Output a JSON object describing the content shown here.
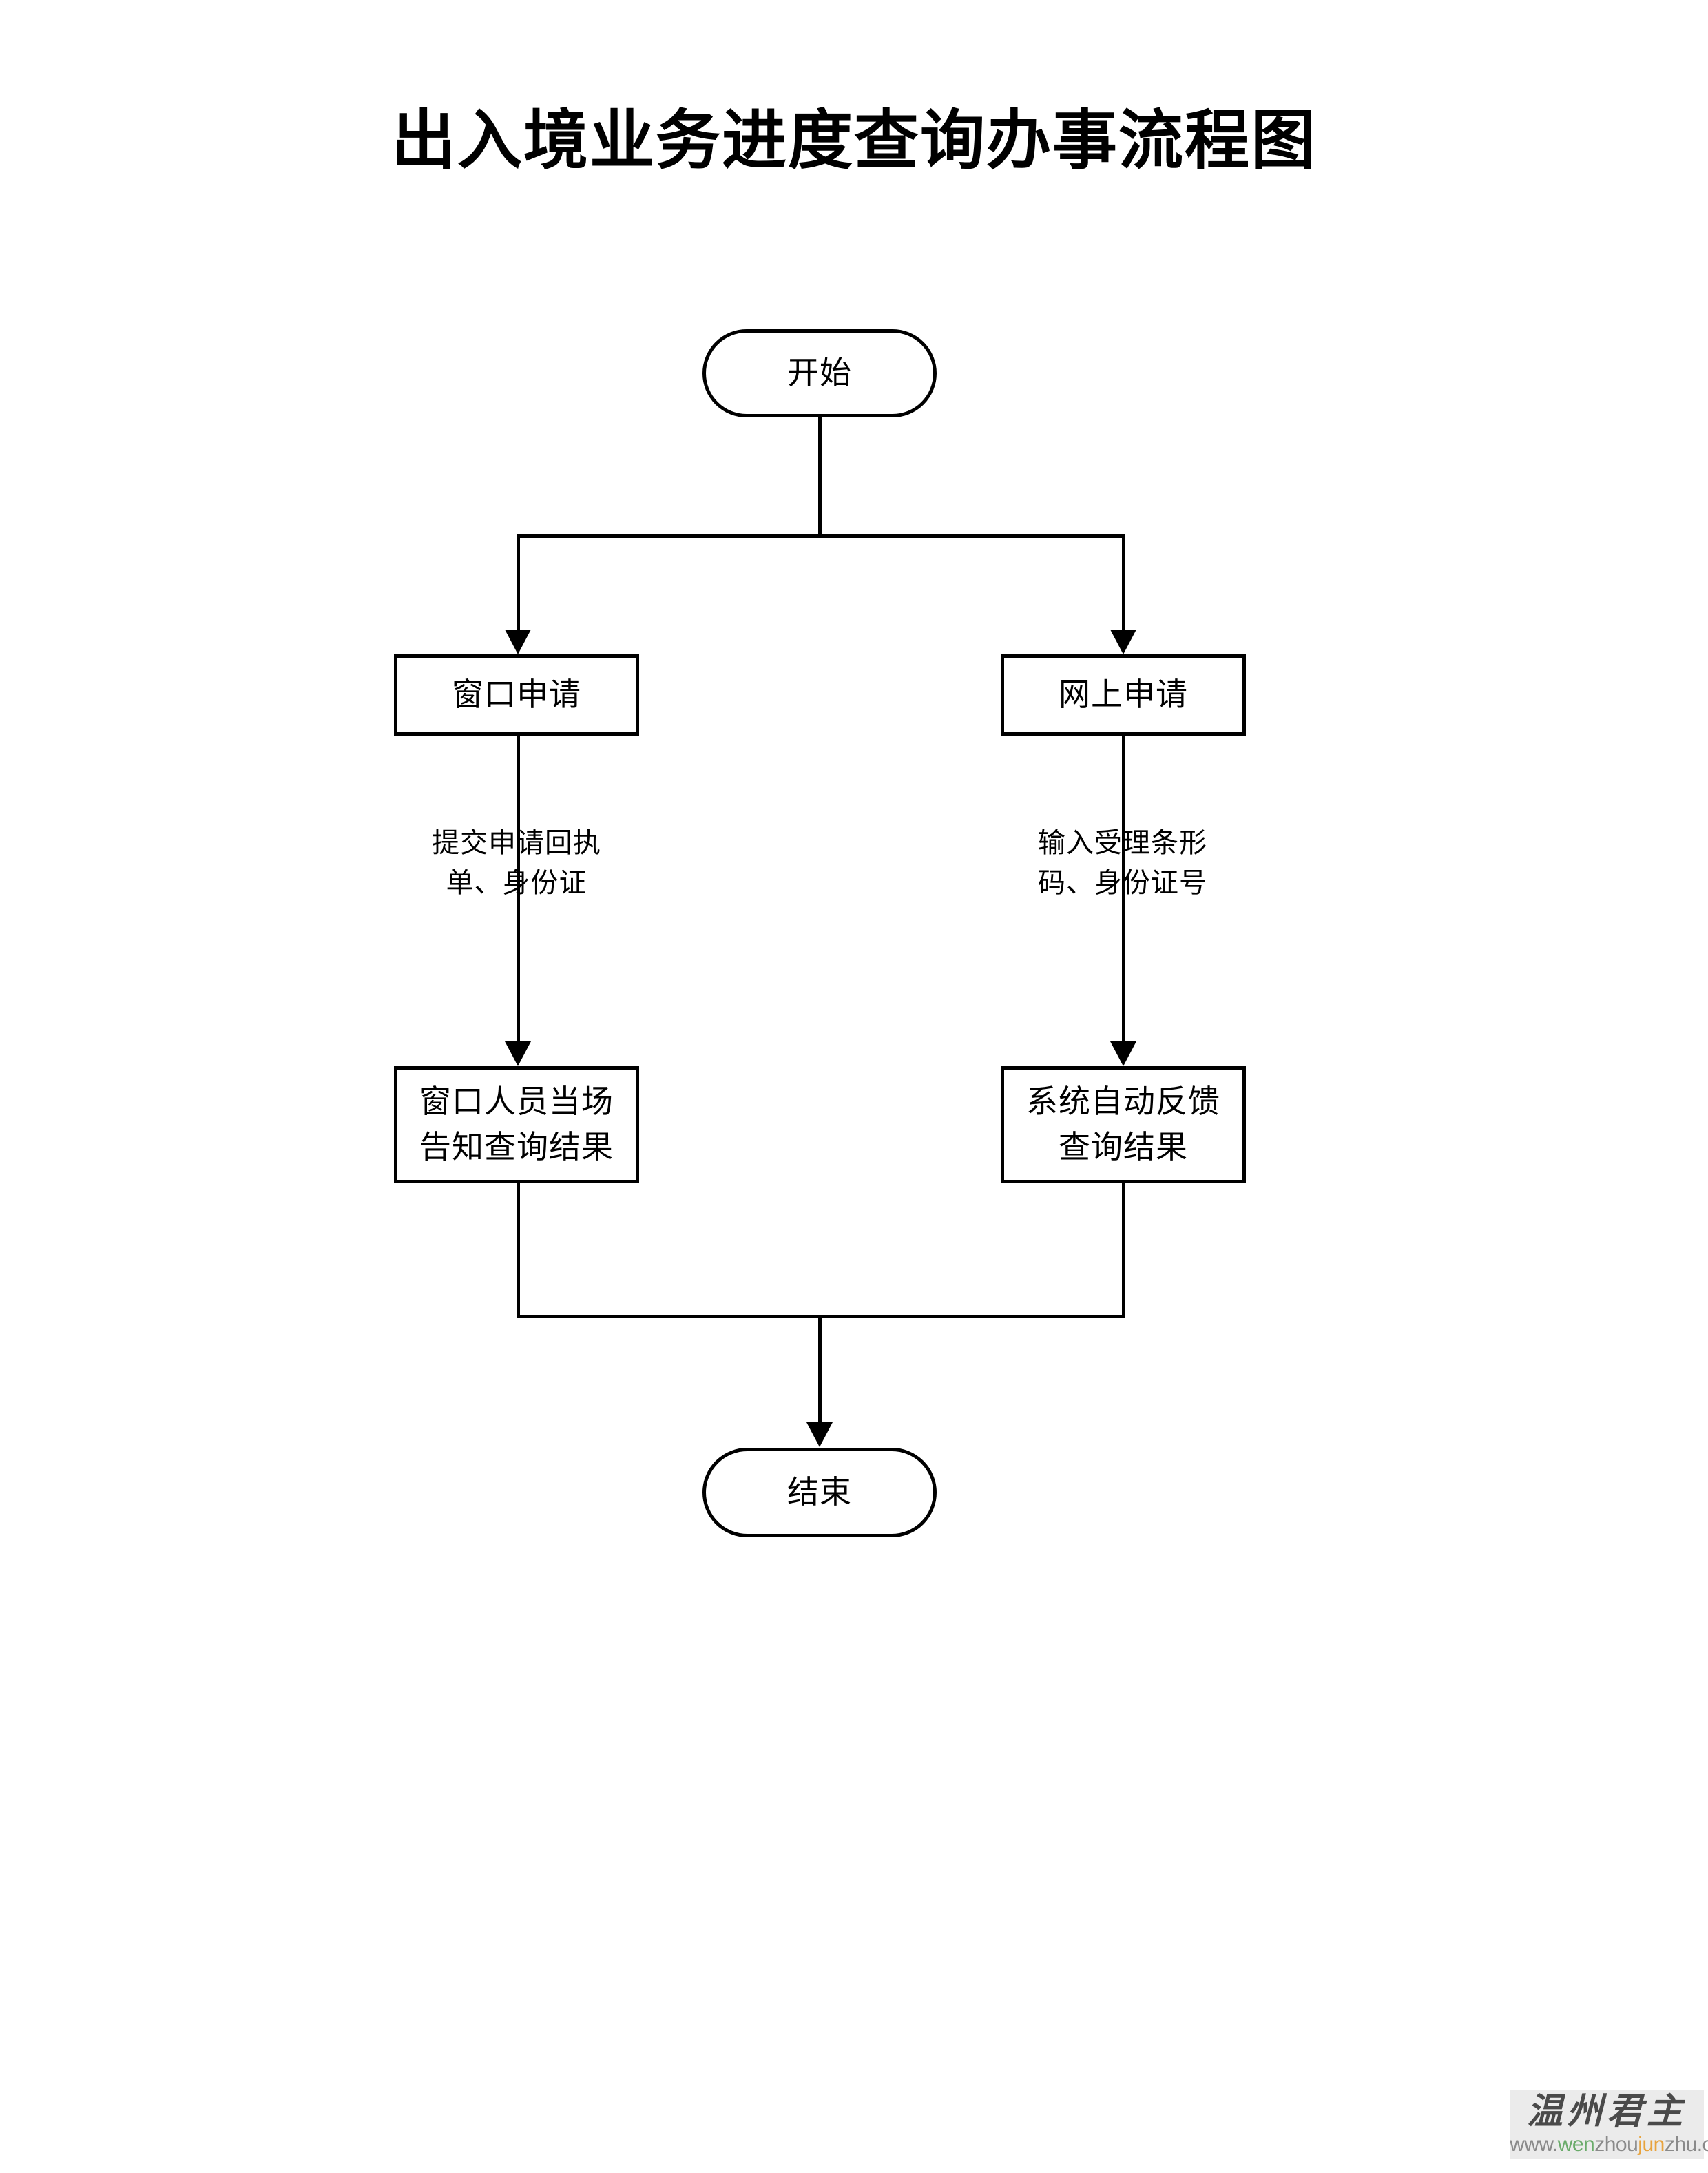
{
  "document": {
    "title": "出入境业务进度查询办事流程图",
    "background_color": "#ffffff",
    "line_color": "#000000"
  },
  "flowchart": {
    "type": "flowchart",
    "orientation": "top-to-bottom",
    "nodes": [
      {
        "id": "start",
        "shape": "terminator",
        "label": "开始"
      },
      {
        "id": "window-apply",
        "shape": "process",
        "label": "窗口申请"
      },
      {
        "id": "online-apply",
        "shape": "process",
        "label": "网上申请"
      },
      {
        "id": "window-result",
        "shape": "process",
        "line1": "窗口人员当场",
        "line2": "告知查询结果"
      },
      {
        "id": "system-result",
        "shape": "process",
        "line1": "系统自动反馈",
        "line2": "查询结果"
      },
      {
        "id": "end",
        "shape": "terminator",
        "label": "结束"
      }
    ],
    "edge_labels": [
      {
        "id": "left-edge-label",
        "line1": "提交申请回执",
        "line2": "单、身份证"
      },
      {
        "id": "right-edge-label",
        "line1": "输入受理条形",
        "line2": "码、身份证号"
      }
    ]
  },
  "watermark": {
    "brand": "温州君主",
    "url_part_1": "www.",
    "url_part_2": "wen",
    "url_part_3": "zhou",
    "url_part_4": "jun",
    "url_part_5": "zhu.com",
    "green": "#6aab6a",
    "orange": "#e8a33d"
  }
}
